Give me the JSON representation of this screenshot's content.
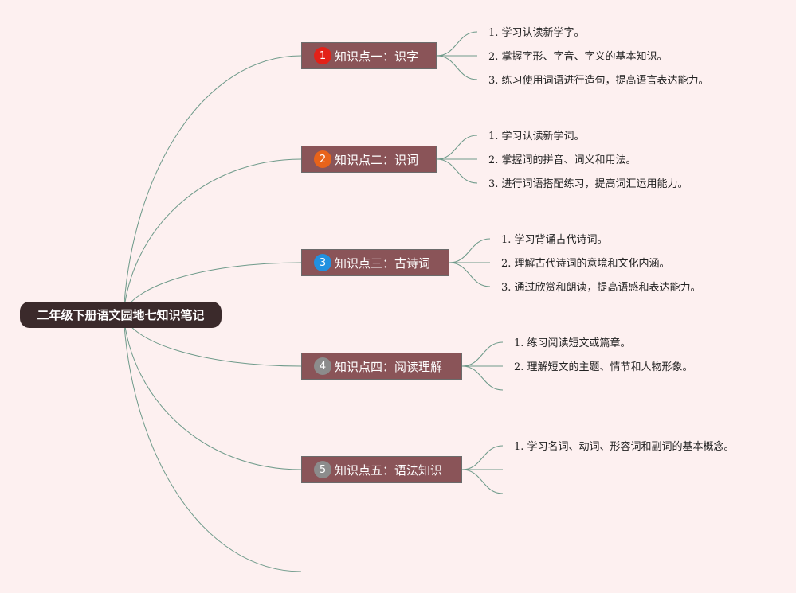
{
  "root": {
    "label": "二年级下册语文园地七知识笔记"
  },
  "branches": [
    {
      "number": "1",
      "label": "知识点一：识字",
      "badge_color": "#e32118",
      "items": [
        "1. 学习认读新学字。",
        "2. 掌握字形、字音、字义的基本知识。",
        "3. 练习使用词语进行造句，提高语言表达能力。"
      ]
    },
    {
      "number": "2",
      "label": "知识点二：识词",
      "badge_color": "#e8631a",
      "items": [
        "1. 学习认读新学词。",
        "2. 掌握词的拼音、词义和用法。",
        "3. 进行词语搭配练习，提高词汇运用能力。"
      ]
    },
    {
      "number": "3",
      "label": "知识点三：古诗词",
      "badge_color": "#2291e0",
      "items": [
        "1. 学习背诵古代诗词。",
        "2. 理解古代诗词的意境和文化内涵。",
        "3. 通过欣赏和朗读，提高语感和表达能力。"
      ]
    },
    {
      "number": "4",
      "label": "知识点四：阅读理解",
      "badge_color": "#8c8c8c",
      "items": [
        "1. 练习阅读短文或篇章。",
        "2. 理解短文的主题、情节和人物形象。",
        ""
      ]
    },
    {
      "number": "5",
      "label": "知识点五：语法知识",
      "badge_color": "#8c8c8c",
      "items": [
        "1. 学习名词、动词、形容词和副词的基本概念。",
        "",
        ""
      ]
    }
  ],
  "colors": {
    "background": "#fdf0f0",
    "connector": "#6e9a8a",
    "root_fill": "#3b2a2b",
    "branch_fill": "#8a5458"
  }
}
